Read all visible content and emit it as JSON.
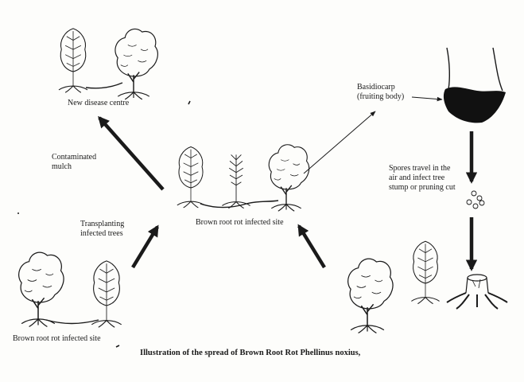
{
  "labels": {
    "new_centre": "New disease centre",
    "contaminated_mulch": [
      "Contaminated",
      "mulch"
    ],
    "transplanting": [
      "Transplanting",
      "infected trees"
    ],
    "center_site": "Brown root rot infected site",
    "bottom_left_site": "Brown root rot infected site",
    "basidiocarp": [
      "Basidiocarp",
      "(fruiting body)"
    ],
    "spores": [
      "Spores travel in the",
      "air and infect tree",
      "stump or pruning cut"
    ]
  },
  "caption": "Illustration of the spread of Brown Root Rot Phellinus noxius,",
  "colors": {
    "ink": "#1a1a1a",
    "background": "#fdfdfb",
    "fruiting_body": "#111111"
  }
}
